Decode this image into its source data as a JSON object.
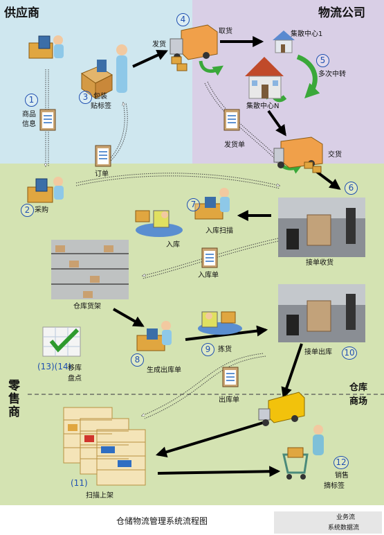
{
  "diagram": {
    "title": "仓储物流管理系统流程图",
    "regions": {
      "supplier": "供应商",
      "logistics": "物流公司",
      "retailer": "零售商",
      "warehouse_mall_line1": "仓库",
      "warehouse_mall_line2": "商场"
    },
    "steps": {
      "s1": {
        "num": "1",
        "label_line1": "商品",
        "label_line2": "信息"
      },
      "s2": {
        "num": "2",
        "label": "采购"
      },
      "s3": {
        "num": "3",
        "label_line1": "包装",
        "label_line2": "贴标签"
      },
      "s4": {
        "num": "4",
        "label": "发货"
      },
      "s5": {
        "num": "5",
        "label": "多次中转"
      },
      "s6": {
        "num": "6",
        "label": "接单收货"
      },
      "s7": {
        "num": "7",
        "label": "入库扫描"
      },
      "s8": {
        "num": "8",
        "label": "生成出库单"
      },
      "s9": {
        "num": "9",
        "label": "拣货"
      },
      "s10": {
        "num": "10",
        "label": "接单出库"
      },
      "s11": {
        "num": "(11)",
        "label": "扫描上架"
      },
      "s12": {
        "num": "12",
        "label_line1": "销售",
        "label_line2": "摘标签"
      },
      "s1314": {
        "num": "(13)(14)",
        "label_line1": "移库",
        "label_line2": "盘点"
      }
    },
    "labels": {
      "pickup": "取货",
      "hub1": "集散中心1",
      "hubN": "集散中心N",
      "shipping_doc": "发货单",
      "delivery": "交货",
      "order": "订单",
      "inbound": "入库",
      "inbound_doc": "入库单",
      "shelf": "仓库货架",
      "outbound_doc": "出库单"
    },
    "legend": {
      "business_flow": "业务流",
      "data_flow": "系统数据流"
    },
    "colors": {
      "supplier_bg": "#cfe7ef",
      "logistics_bg": "#d9cfe6",
      "warehouse_bg": "#d4e3b2",
      "step_number": "#1f4fb0",
      "business_arrow": "#000000",
      "data_arrow_outline": "#444444"
    }
  }
}
